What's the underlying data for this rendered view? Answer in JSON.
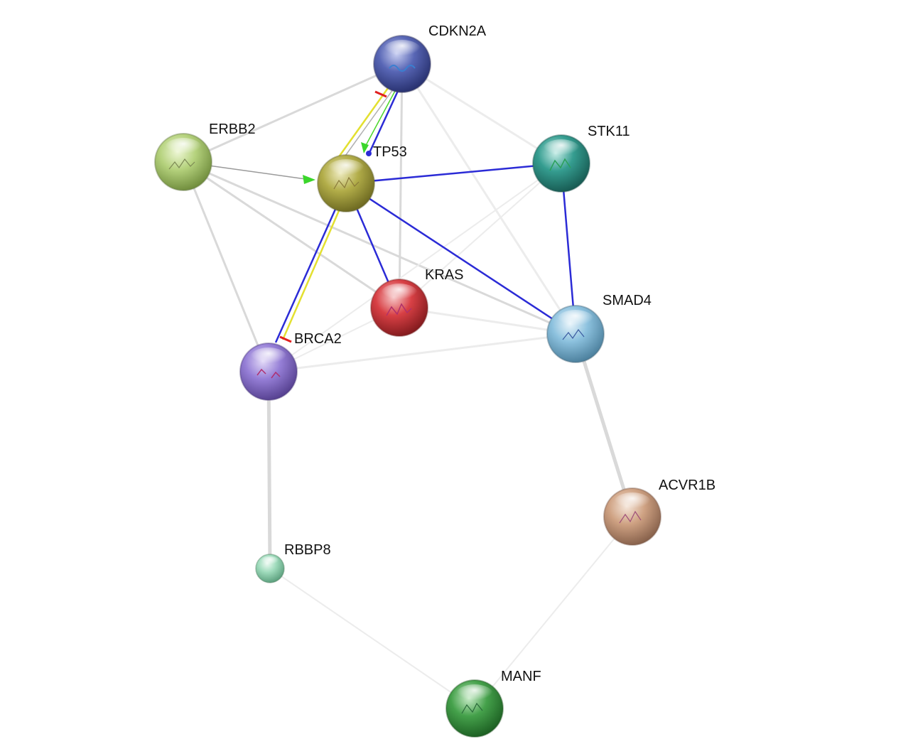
{
  "network": {
    "nodes": [
      {
        "id": "CDKN2A",
        "label": "CDKN2A",
        "color": "#4a57a8"
      },
      {
        "id": "ERBB2",
        "label": "ERBB2",
        "color": "#a9c96b"
      },
      {
        "id": "TP53",
        "label": "TP53",
        "color": "#a9a43e"
      },
      {
        "id": "STK11",
        "label": "STK11",
        "color": "#2f9488"
      },
      {
        "id": "KRAS",
        "label": "KRAS",
        "color": "#d0383c"
      },
      {
        "id": "SMAD4",
        "label": "SMAD4",
        "color": "#7fb7d6"
      },
      {
        "id": "BRCA2",
        "label": "BRCA2",
        "color": "#8a73cf"
      },
      {
        "id": "ACVR1B",
        "label": "ACVR1B",
        "color": "#c99a78"
      },
      {
        "id": "RBBP8",
        "label": "RBBP8",
        "color": "#8fd3b0"
      },
      {
        "id": "MANF",
        "label": "MANF",
        "color": "#3f9a45"
      }
    ],
    "edge_colors": {
      "binding": "#2b2bd6",
      "activation": "#4bd62b",
      "inhibition": "#e02020",
      "expression": "#e3e030",
      "association": "#d9d9d9"
    }
  }
}
